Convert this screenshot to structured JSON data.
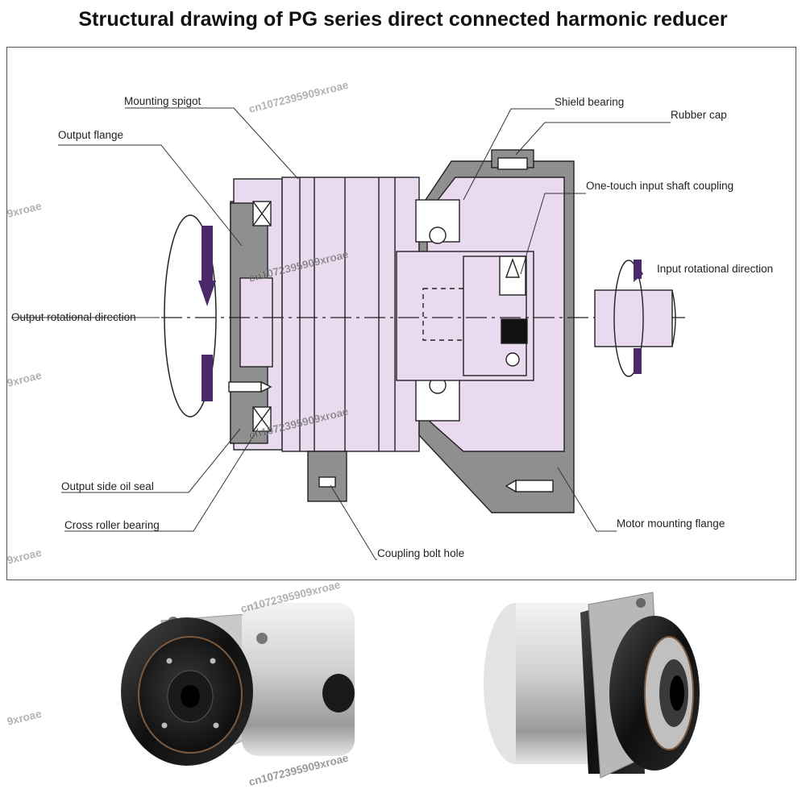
{
  "title": "Structural drawing of PG series direct connected harmonic reducer",
  "labels": {
    "mounting_spigot": "Mounting spigot",
    "output_flange": "Output flange",
    "shield_bearing": "Shield bearing",
    "rubber_cap": "Rubber cap",
    "one_touch_coupling": "One-touch input shaft coupling",
    "input_rotational_direction": "Input rotational direction",
    "output_rotational_direction": "Output rotational direction",
    "output_side_oil_seal": "Output side oil seal",
    "cross_roller_bearing": "Cross roller bearing",
    "motor_mounting_flange": "Motor mounting flange",
    "coupling_bolt_hole": "Coupling bolt hole"
  },
  "watermark": "cn1072395909xroae",
  "watermark_edge": "9xroae",
  "colors": {
    "housing_fill": "#e9daef",
    "metal_dark": "#8f8f8f",
    "arrow_purple": "#4a2a6a",
    "line": "#222222"
  }
}
